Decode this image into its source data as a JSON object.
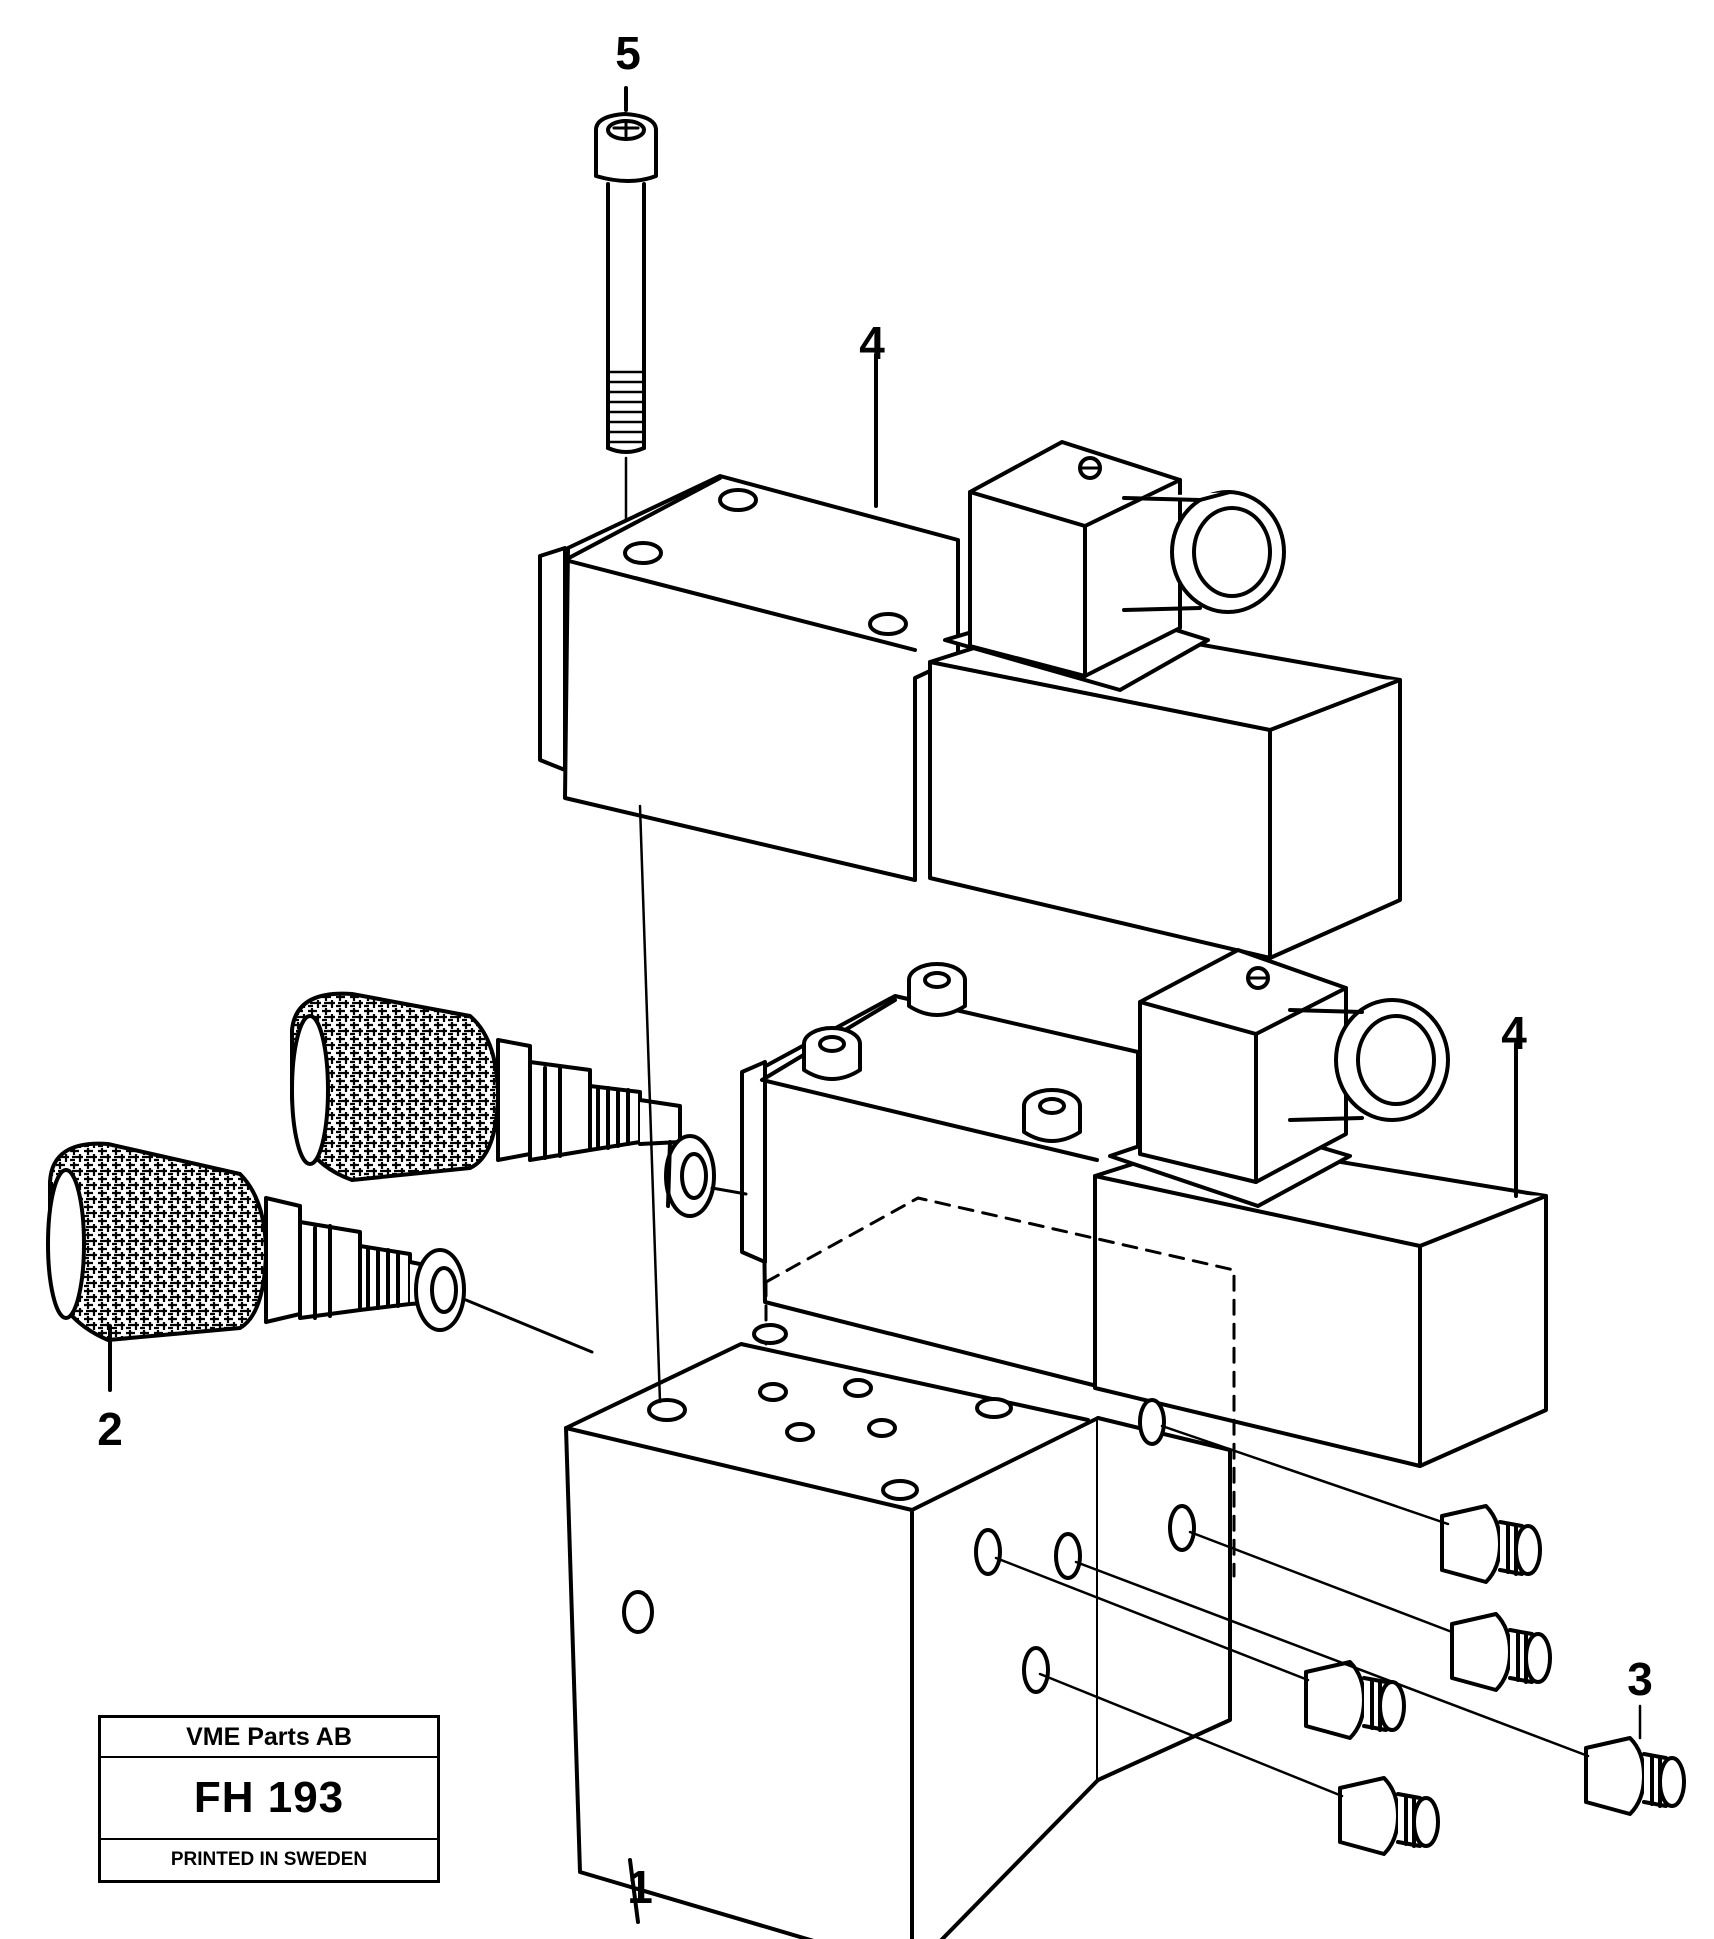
{
  "diagram": {
    "callouts": {
      "c1": "1",
      "c2": "2",
      "c3": "3",
      "c4_top": "4",
      "c4_right": "4",
      "c5": "5"
    }
  },
  "title_block": {
    "company": "VME Parts AB",
    "code": "FH 193",
    "note": "PRINTED IN SWEDEN"
  }
}
